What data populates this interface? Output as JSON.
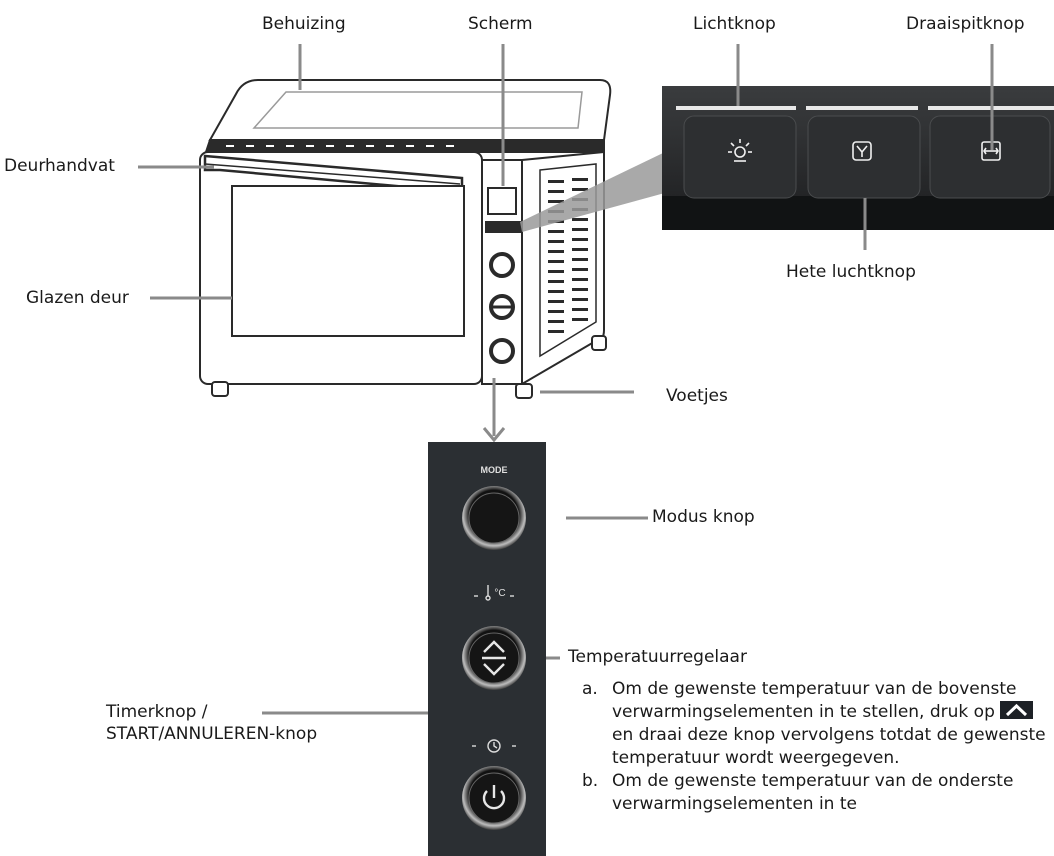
{
  "labels": {
    "behuizing": "Behuizing",
    "scherm": "Scherm",
    "lichtknop": "Lichtknop",
    "draaispitknop": "Draaispitknop",
    "deurhandvat": "Deurhandvat",
    "hete_luchtknop": "Hete luchtknop",
    "glazen_deur": "Glazen deur",
    "voetjes": "Voetjes",
    "modus_knop": "Modus knop",
    "temperatuurregelaar": "Temperatuurregelaar",
    "timerknop_line1": "Timerknop /",
    "timerknop_line2": "START/ANNULEREN-knop"
  },
  "panel": {
    "mode_label": "MODE",
    "temp_symbol": "°C"
  },
  "instructions": [
    {
      "marker": "a.",
      "text_before": "Om de gewenste temperatuur van de bovenste verwarmingselementen in te stellen, druk op",
      "icon": "up-arrow-icon",
      "text_after": "en draai deze knop vervolgens totdat de gewenste temperatuur wordt weergegeven."
    },
    {
      "marker": "b.",
      "text": "Om de gewenste temperatuur van de onderste verwarmingselementen in te"
    }
  ],
  "colors": {
    "line": "#8a8a8a",
    "panel_dark": "#2b2f33",
    "oven_outline": "#2a2a2a"
  }
}
